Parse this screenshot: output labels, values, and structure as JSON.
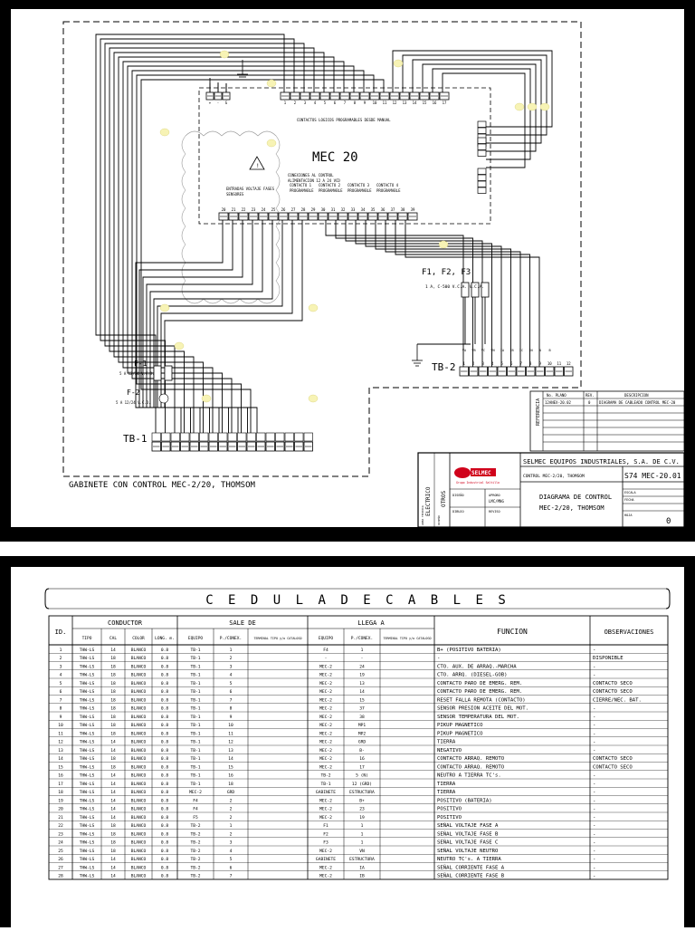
{
  "diagram": {
    "cabinet_label": "GABINETE CON CONTROL MEC-2/20, THOMSOM",
    "controller_label": "MEC 20",
    "tb1_label": "TB-1",
    "tb2_label": "TB-2",
    "fuse_group_label": "F1, F2, F3",
    "fuse_group_spec": "1 A, C-500 V.C.A. V.C.A.",
    "fuse1_label": "F-1",
    "fuse1_spec": "5 A 12/24 V.C.D.",
    "fuse2_label": "F-2",
    "fuse2_spec": "5 A 12/24 V.C.D.",
    "logic_contacts_title": "CONTACTOS LOGICOS PROGRAMABLES DESDE MANUAL",
    "power_block_labels": [
      "CONEXIONES AL CONTROL",
      "ALIMENTACION 12 A 24 VCD"
    ],
    "input_block_labels": [
      "ENTRADAS VOLTAJE FASES",
      "SENSORES"
    ],
    "contact_labels": [
      "CONTACTO 1",
      "CONTACTO 2",
      "CONTACTO 3",
      "CONTACTO 4"
    ],
    "contact_sub": "PROGRAMABLE",
    "top_terminal_numbers": [
      "1",
      "2",
      "3",
      "4",
      "5",
      "6",
      "7",
      "8",
      "9",
      "10",
      "11",
      "12",
      "13",
      "14",
      "15",
      "16",
      "17"
    ],
    "power_terminals": [
      "+",
      "-",
      "G"
    ],
    "bottom_terminal_numbers": [
      "20",
      "21",
      "22",
      "23",
      "24",
      "25",
      "26",
      "27",
      "28",
      "29",
      "30",
      "31",
      "32",
      "33",
      "34",
      "35",
      "36",
      "37",
      "38",
      "39"
    ],
    "tb1_numbers": [
      "1",
      "2",
      "3",
      "4",
      "5",
      "6",
      "7",
      "8",
      "9",
      "10",
      "11",
      "12",
      "13",
      "14",
      "15",
      "16",
      "17"
    ],
    "tb2_numbers": [
      "1",
      "2",
      "3",
      "4",
      "5",
      "6",
      "7",
      "8",
      "9",
      "10",
      "11",
      "12"
    ],
    "tb2_top_labels": [
      "VA",
      "VB",
      "VC",
      "VN",
      "IA",
      "IB",
      "IC",
      "IN",
      "A",
      "B"
    ],
    "revision_headers": [
      "No. PLANO",
      "REV.",
      "DESCRIPCION"
    ],
    "revision_row": [
      "12ANEX-20.02",
      "0",
      "DIAGRAMA DE CABLEADO CONTROL MEC-20"
    ],
    "revision_side_label": "REFERENCIA",
    "company_name": "SELMEC EQUIPOS INDUSTRIALES, S.A. DE C.V.",
    "logo_text": "SELMEC",
    "logo_sub": "Grupo Industrial Saltillo",
    "project_label": "CONTROL MEC-2/20, THOMSOM",
    "plan_number": "S74 MEC-20.01",
    "drawing_title": [
      "DIAGRAMA DE CONTROL",
      "MEC-2/20, THOMSOM"
    ],
    "drawn_by": "LMC/MNG",
    "revision_letter": "0",
    "side_strip": [
      "ELECTRICO",
      "OTROS"
    ],
    "side_strip_small": [
      "AREA TECNICA",
      "DISEÑO",
      "DIBUJO",
      "REVISO"
    ],
    "small_labels": [
      "DISEÑO",
      "DIBUJO",
      "REVISO",
      "APROBO",
      "ESCALA",
      "FECHA",
      "HOJA"
    ]
  },
  "cable_table": {
    "title": "C E D U L A   D E   C A B L E S",
    "col_id": "ID.",
    "group_conductor": "CONDUCTOR",
    "group_from": "SALE DE",
    "group_to": "LLEGA A",
    "col_function": "FUNCION",
    "col_observations": "OBSERVACIONES",
    "sub_headers": [
      "TIPO",
      "CAL",
      "COLOR",
      "LONG. m.",
      "EQUIPO",
      "P./CONEX.",
      "TERMINAL TIPO y/o CATALOGO",
      "EQUIPO",
      "P./CONEX.",
      "TERMINAL TIPO y/o CATALOGO"
    ],
    "rows": [
      [
        "1",
        "THW-LS",
        "14",
        "BLANCO",
        "0.8",
        "TB-1",
        "1",
        "",
        "F4",
        "1",
        "",
        "B+ (POSITIVO BATERIA)",
        "-"
      ],
      [
        "2",
        "THW-LS",
        "18",
        "BLANCO",
        "0.8",
        "TB-1",
        "2",
        "",
        "-",
        "-",
        "",
        "-",
        "DISPONIBLE"
      ],
      [
        "3",
        "THW-LS",
        "18",
        "BLANCO",
        "0.8",
        "TB-1",
        "3",
        "",
        "MEC-2",
        "24",
        "",
        "CTO. AUX. DE ARRAQ.-MARCHA",
        "-"
      ],
      [
        "4",
        "THW-LS",
        "18",
        "BLANCO",
        "0.8",
        "TB-1",
        "4",
        "",
        "MEC-2",
        "19",
        "",
        "CTO. ARRQ. (DIESEL-GOB)",
        "-"
      ],
      [
        "5",
        "THW-LS",
        "18",
        "BLANCO",
        "0.8",
        "TB-1",
        "5",
        "",
        "MEC-2",
        "13",
        "",
        "CONTACTO PARO DE EMERG. REM.",
        "CONTACTO SECO"
      ],
      [
        "6",
        "THW-LS",
        "18",
        "BLANCO",
        "0.8",
        "TB-1",
        "6",
        "",
        "MEC-2",
        "14",
        "",
        "CONTACTO PARO DE EMERG. REM.",
        "CONTACTO SECO"
      ],
      [
        "7",
        "THW-LS",
        "18",
        "BLANCO",
        "0.8",
        "TB-1",
        "7",
        "",
        "MEC-2",
        "15",
        "",
        "RESET FALLA REMOTA (CONTACTO)",
        "CIERRE/NEC. BAT."
      ],
      [
        "8",
        "THW-LS",
        "18",
        "BLANCO",
        "0.8",
        "TB-1",
        "8",
        "",
        "MEC-2",
        "37",
        "",
        "SENSOR PRESION ACEITE DEL MOT.",
        "-"
      ],
      [
        "9",
        "THW-LS",
        "18",
        "BLANCO",
        "0.8",
        "TB-1",
        "9",
        "",
        "MEC-2",
        "38",
        "",
        "SENSOR TEMPERATURA DEL MOT.",
        "-"
      ],
      [
        "10",
        "THW-LS",
        "18",
        "BLANCO",
        "0.8",
        "TB-1",
        "10",
        "",
        "MEC-2",
        "MP1",
        "",
        "PIKUP MAGNETICO",
        "-"
      ],
      [
        "11",
        "THW-LS",
        "18",
        "BLANCO",
        "0.8",
        "TB-1",
        "11",
        "",
        "MEC-2",
        "MP2",
        "",
        "PIKUP MAGNETICO",
        "-"
      ],
      [
        "12",
        "THW-LS",
        "14",
        "BLANCO",
        "0.8",
        "TB-1",
        "12",
        "",
        "MEC-2",
        "GRD",
        "",
        "TIERRA",
        "-"
      ],
      [
        "13",
        "THW-LS",
        "14",
        "BLANCO",
        "0.8",
        "TB-1",
        "13",
        "",
        "MEC-2",
        "B-",
        "",
        "NEGATIVO",
        "-"
      ],
      [
        "14",
        "THW-LS",
        "18",
        "BLANCO",
        "0.8",
        "TB-1",
        "14",
        "",
        "MEC-2",
        "16",
        "",
        "CONTACTO ARRAQ. REMOTO",
        "CONTACTO SECO"
      ],
      [
        "15",
        "THW-LS",
        "18",
        "BLANCO",
        "0.8",
        "TB-1",
        "15",
        "",
        "MEC-2",
        "17",
        "",
        "CONTACTO ARRAQ. REMOTO",
        "CONTACTO SECO"
      ],
      [
        "16",
        "THW-LS",
        "14",
        "BLANCO",
        "0.8",
        "TB-1",
        "16",
        "",
        "TB-2",
        "5 (N)",
        "",
        "NEUTRO A TIERRA TC's.",
        "-"
      ],
      [
        "17",
        "THW-LS",
        "14",
        "BLANCO",
        "0.8",
        "TB-1",
        "18",
        "",
        "TB-1",
        "12 (GRD)",
        "",
        "TIERRA",
        "-"
      ],
      [
        "18",
        "THW-LS",
        "14",
        "BLANCO",
        "0.8",
        "MEC-2",
        "GRD",
        "",
        "GABINETE",
        "ESTRUCTURA",
        "",
        "TIERRA",
        "-"
      ],
      [
        "19",
        "THW-LS",
        "14",
        "BLANCO",
        "0.8",
        "F4",
        "2",
        "",
        "MEC-2",
        "B+",
        "",
        "POSITIVO (BATERIA)",
        "-"
      ],
      [
        "20",
        "THW-LS",
        "14",
        "BLANCO",
        "0.8",
        "F4",
        "2",
        "",
        "MEC-2",
        "23",
        "",
        "POSITIVO",
        "-"
      ],
      [
        "21",
        "THW-LS",
        "14",
        "BLANCO",
        "0.8",
        "F5",
        "2",
        "",
        "MEC-2",
        "19",
        "",
        "POSITIVO",
        "-"
      ],
      [
        "22",
        "THW-LS",
        "18",
        "BLANCO",
        "0.8",
        "TB-2",
        "1",
        "",
        "F1",
        "1",
        "",
        "SEÑAL VOLTAJE FASE A",
        "-"
      ],
      [
        "23",
        "THW-LS",
        "18",
        "BLANCO",
        "0.8",
        "TB-2",
        "2",
        "",
        "F2",
        "1",
        "",
        "SEÑAL VOLTAJE FASE B",
        "-"
      ],
      [
        "24",
        "THW-LS",
        "18",
        "BLANCO",
        "0.8",
        "TB-2",
        "3",
        "",
        "F3",
        "1",
        "",
        "SEÑAL VOLTAJE FASE C",
        "-"
      ],
      [
        "25",
        "THW-LS",
        "18",
        "BLANCO",
        "0.8",
        "TB-2",
        "4",
        "",
        "MEC-2",
        "VN",
        "",
        "SEÑAL VOLTAJE NEUTRO",
        "-"
      ],
      [
        "26",
        "THW-LS",
        "14",
        "BLANCO",
        "0.8",
        "TB-2",
        "5",
        "",
        "GABINETE",
        "ESTRUCTURA",
        "",
        "NEUTRO TC's. A TIERRA",
        "-"
      ],
      [
        "27",
        "THW-LS",
        "14",
        "BLANCO",
        "0.8",
        "TB-2",
        "6",
        "",
        "MEC-2",
        "IA",
        "",
        "SEÑAL CORRIENTE FASE A",
        "-"
      ],
      [
        "28",
        "THW-LS",
        "14",
        "BLANCO",
        "0.8",
        "TB-2",
        "7",
        "",
        "MEC-2",
        "IB",
        "",
        "SEÑAL CORRIENTE FASE B",
        "-"
      ]
    ]
  }
}
